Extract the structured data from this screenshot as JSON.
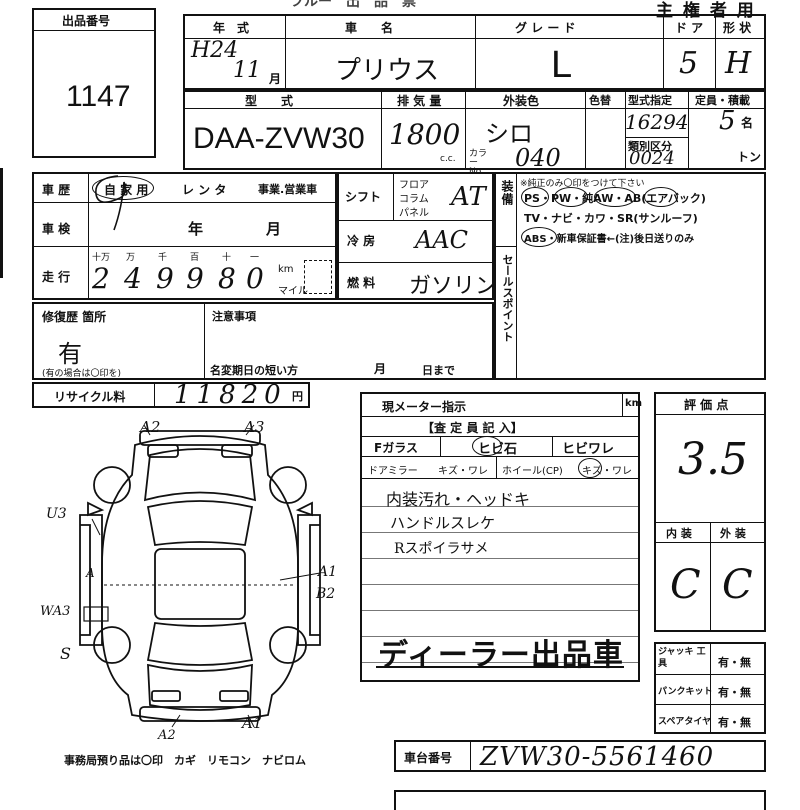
{
  "header": {
    "lot_label": "出品番号",
    "lot_number": "1147",
    "top_title_fragment": "フルー　出　品　票",
    "owner_copy": "主 権 者 用"
  },
  "row1": {
    "year_label": "年　式",
    "name_label": "車　　名",
    "grade_label": "グ レ ー ド",
    "doors_label": "ド ア",
    "shape_label": "形 状",
    "year_value": "H24",
    "month_value": "11",
    "month_unit": "月",
    "name_value": "プリウス",
    "grade_value": "L",
    "doors_value": "5",
    "shape_value": "H"
  },
  "row2": {
    "model_label": "型　　式",
    "displacement_label": "排 気 量",
    "exterior_color_label": "外装色",
    "color_code_label": "色替",
    "type_designation_label": "型式指定",
    "category_label": "類別区分",
    "capacity_label": "定員・積載",
    "model_value": "DAA-ZVW30",
    "displacement_value": "1800",
    "cc_unit": "c.c.",
    "exterior_color_value": "シロ",
    "color_no_label": "カラー No.",
    "color_no_value": "040",
    "type_designation_value": "16294",
    "category_value": "0024",
    "capacity_value": "5",
    "capacity_unit": "名",
    "load_unit": "トン"
  },
  "left_block": {
    "history_label": "車 歴",
    "history_private": "自 家 用",
    "history_rental": "レ ン タ",
    "history_business": "事業.営業車",
    "inspection_label": "車 検",
    "inspection_year": "年",
    "inspection_month": "月",
    "mileage_label": "走 行",
    "digit_units": [
      "十万",
      "万",
      "千",
      "百",
      "十",
      "一"
    ],
    "mileage_digits": [
      "2",
      "4",
      "9",
      "9",
      "8",
      "0"
    ],
    "km_label": "km",
    "mile_label": "マイル",
    "repair_label": "修復歴 箇所",
    "repair_value": "有",
    "repair_note": "(有の場合は〇印を)",
    "caution_label": "注意事項",
    "short_name_change": "名変期日の短い方",
    "month_label": "月",
    "day_until": "日まで",
    "recycle_label": "リサイクル料",
    "recycle_value": "11820",
    "recycle_unit": "円"
  },
  "mid_block": {
    "shift_label": "シフト",
    "shift_options": [
      "フロア",
      "コラム",
      "パネル"
    ],
    "shift_value": "AT",
    "ac_label": "冷 房",
    "ac_value": "AAC",
    "fuel_label": "燃 料",
    "fuel_value": "ガソリン"
  },
  "equipment": {
    "label": "装備",
    "note": "※純正のみ〇印をつけて下さい",
    "line1": "PS・PW・純AW・AB(エアバック)",
    "line2": "TV・ナビ・カワ・SR(サンルーフ)",
    "line3": "ABS・新車保証書←(注)後日送りのみ",
    "sales_points_label": "セールスポイント"
  },
  "meter": {
    "label": "現メーター指示",
    "unit": "km"
  },
  "inspector": {
    "title": "【査 定 員 記 入】",
    "glass_label": "Fガラス",
    "glass_hibiishi": "ヒビ石",
    "glass_hibiware": "ヒビワレ",
    "mirror_label": "ドアミラー",
    "mirror_options": "キズ・ワレ",
    "wheel_label": "ホイール(CP)",
    "wheel_options": "キズ・ワレ",
    "notes": [
      "内装汚れ・ヘッドキ",
      "ハンドルスレケ",
      "Rスポイラサメ"
    ]
  },
  "dealer_stamp": "ディーラー出品車",
  "diagram": {
    "marks": [
      "A2",
      "A3",
      "U3",
      "A",
      "WA3",
      "S",
      "A1",
      "B2",
      "A2",
      "A1"
    ],
    "footer": "事務局預り品は〇印　カギ　リモコン　ナビロム"
  },
  "score": {
    "label": "評 価 点",
    "value": "3.5",
    "interior_label": "内 装",
    "exterior_label": "外 装",
    "interior_value": "C",
    "exterior_value": "C"
  },
  "tools": {
    "jack_label": "ジャッキ 工 具",
    "puncture_label": "パンクキット",
    "spare_label": "スペアタイヤ",
    "option_yes_no": "有・無"
  },
  "chassis": {
    "label": "車台番号",
    "value": "ZVW30-5561460"
  }
}
